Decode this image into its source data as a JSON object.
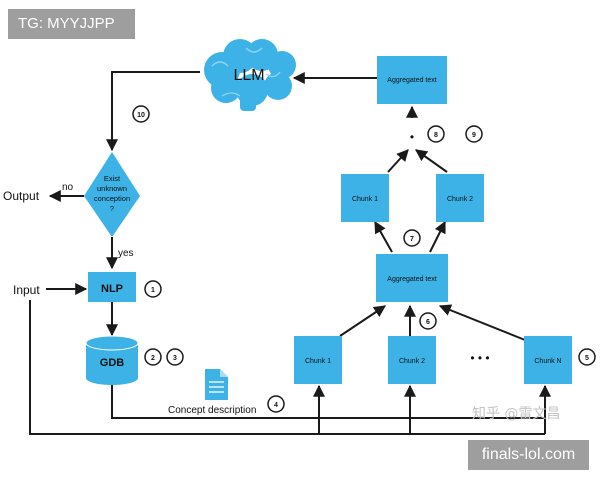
{
  "corner_tags": {
    "top_left": "TG: MYYJJPP",
    "bottom_right": "finals-lol.com"
  },
  "watermark": "知乎 @雷文昌",
  "diagram": {
    "llm_label": "LLM",
    "decision": {
      "line1": "Exist",
      "line2": "unknown",
      "line3": "conception",
      "line4": "?"
    },
    "no_label": "no",
    "yes_label": "yes",
    "output_label": "Output",
    "input_label": "Input",
    "nlp_label": "NLP",
    "gdb_label": "GDB",
    "concept_label": "Concept description",
    "aggregated_top": "Aggregated text",
    "aggregated_mid": "Aggregated text",
    "chunk_1_upper": "Chunk 1",
    "chunk_2_upper": "Chunk 2",
    "chunk_1_lower": "Chunk 1",
    "chunk_2_lower": "Chunk 2",
    "chunk_n_lower": "Chunk N",
    "dot_top": "•",
    "ellipsis": "• • •",
    "steps": {
      "s1": "1",
      "s2": "2",
      "s3": "3",
      "s4": "4",
      "s5": "5",
      "s6": "6",
      "s7": "7",
      "s8": "8",
      "s9": "9",
      "s10": "10"
    }
  },
  "colors": {
    "box_fill": "#3db2e6",
    "line": "#1a1a1a",
    "tag_bg": "#9e9e9e"
  }
}
